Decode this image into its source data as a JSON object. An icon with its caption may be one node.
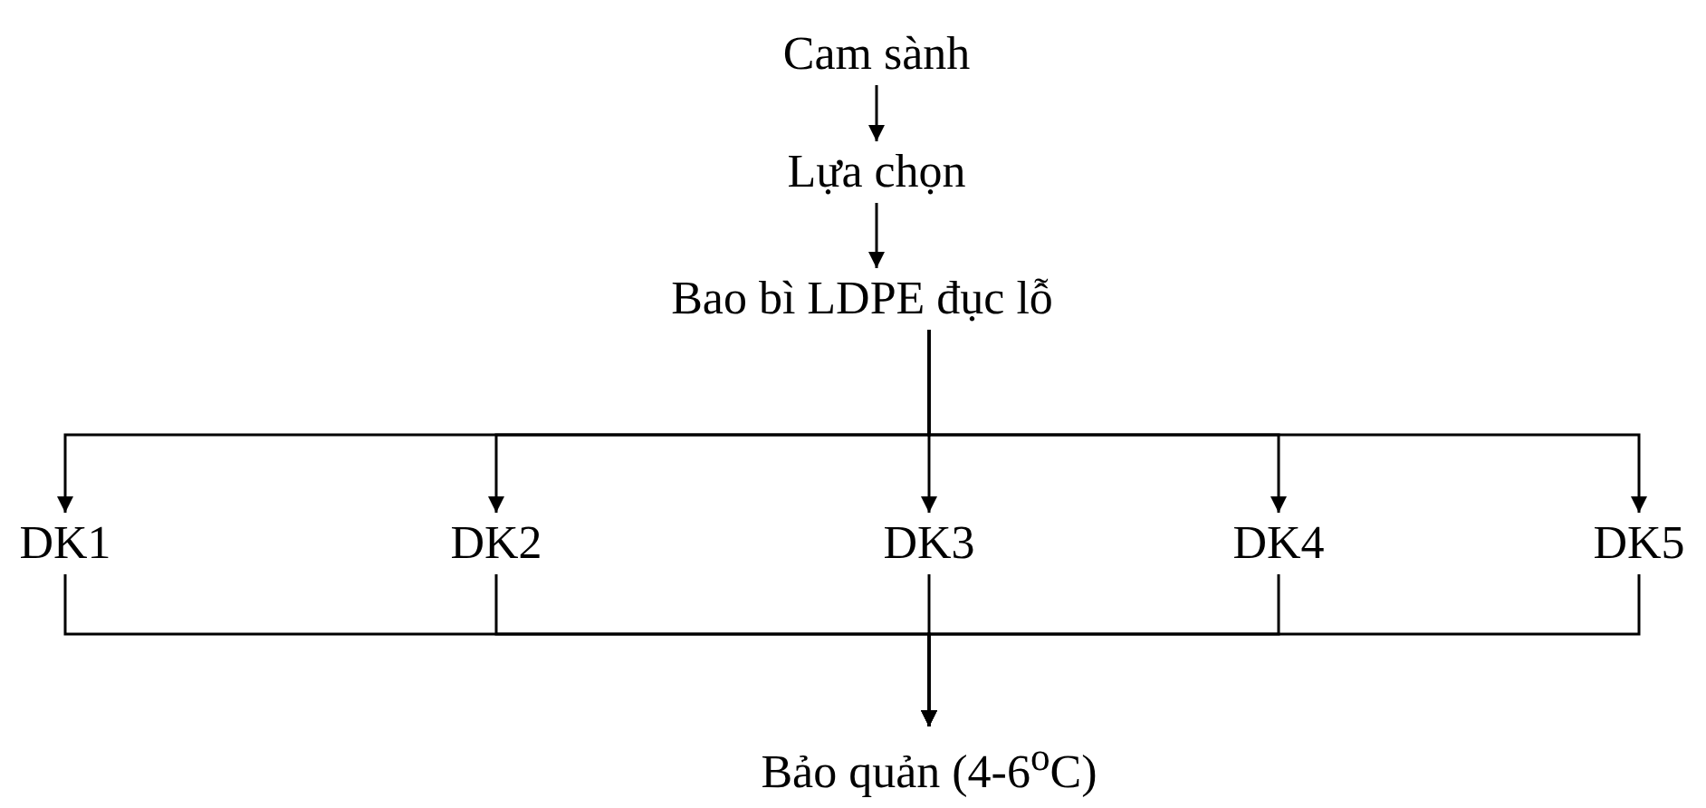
{
  "diagram": {
    "nodes": [
      {
        "text": [
          "Cam sành"
        ]
      },
      {
        "text": [
          "Lựa chọn"
        ]
      },
      {
        "text": [
          "Bao bì LDPE đục lỗ"
        ]
      },
      {
        "text": [
          "DK1"
        ]
      },
      {
        "text": [
          "DK2"
        ]
      },
      {
        "text": [
          "DK3"
        ]
      },
      {
        "text": [
          "DK4"
        ]
      },
      {
        "text": [
          "DK5"
        ]
      },
      {
        "text": [
          "Bảo quản (4-6$^{o}$C)"
        ]
      }
    ],
    "edges": [
      {
        "from": 0,
        "to": 1,
        "arrow": "to"
      },
      {
        "from": 1,
        "to": 2,
        "arrow": "to"
      },
      {
        "from": 2,
        "to": 3,
        "arrow": "to"
      },
      {
        "from": 2,
        "to": 4,
        "arrow": "to"
      },
      {
        "from": 2,
        "to": 5,
        "arrow": "to"
      },
      {
        "from": 2,
        "to": 6,
        "arrow": "to"
      },
      {
        "from": 2,
        "to": 7,
        "arrow": "to"
      },
      {
        "from": 3,
        "to": 8,
        "arrow": "to"
      },
      {
        "from": 4,
        "to": 8,
        "arrow": "to"
      },
      {
        "from": 5,
        "to": 8,
        "arrow": "to"
      },
      {
        "from": 6,
        "to": 8,
        "arrow": "to"
      },
      {
        "from": 7,
        "to": 8,
        "arrow": "to"
      }
    ]
  }
}
